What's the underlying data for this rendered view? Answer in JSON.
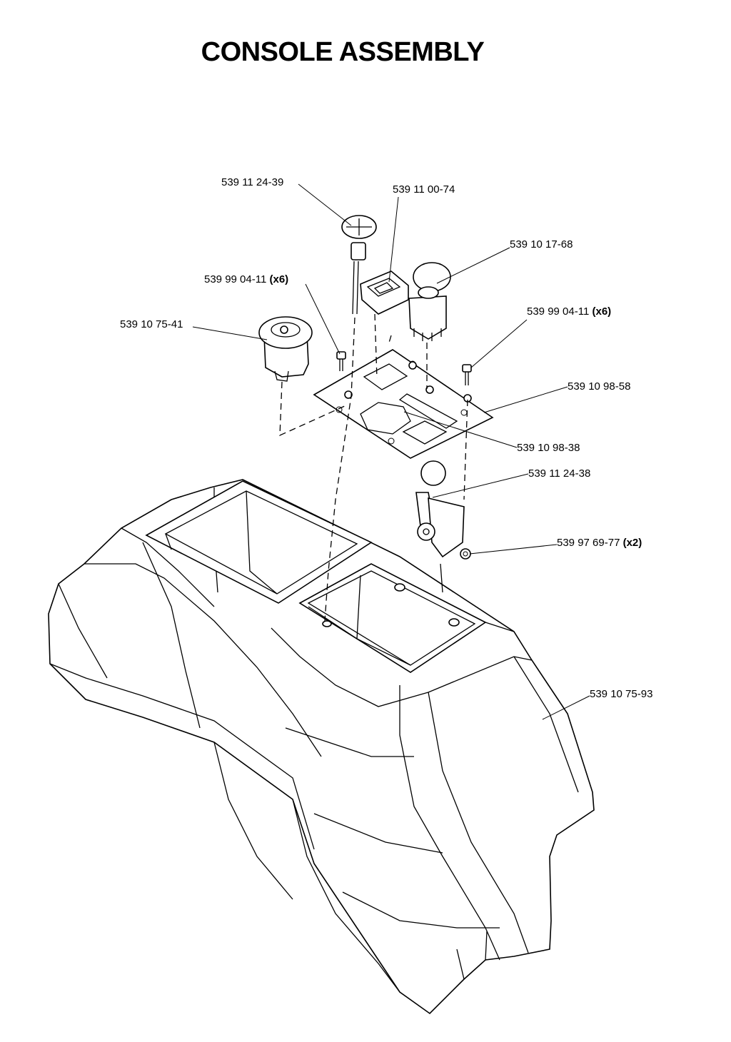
{
  "title": "CONSOLE ASSEMBLY",
  "parts": [
    {
      "number": "539 11 24-39",
      "qty": ""
    },
    {
      "number": "539 11 00-74",
      "qty": ""
    },
    {
      "number": "539 10 17-68",
      "qty": ""
    },
    {
      "number": "539 99 04-11",
      "qty": "(x6)"
    },
    {
      "number": "539 10 75-41",
      "qty": ""
    },
    {
      "number": "539 99 04-11",
      "qty": "(x6)"
    },
    {
      "number": "539 10 98-58",
      "qty": ""
    },
    {
      "number": "539 10 98-38",
      "qty": ""
    },
    {
      "number": "539 11 24-38",
      "qty": ""
    },
    {
      "number": "539 97 69-77",
      "qty": "(x2)"
    },
    {
      "number": "539 10 75-93",
      "qty": ""
    }
  ]
}
